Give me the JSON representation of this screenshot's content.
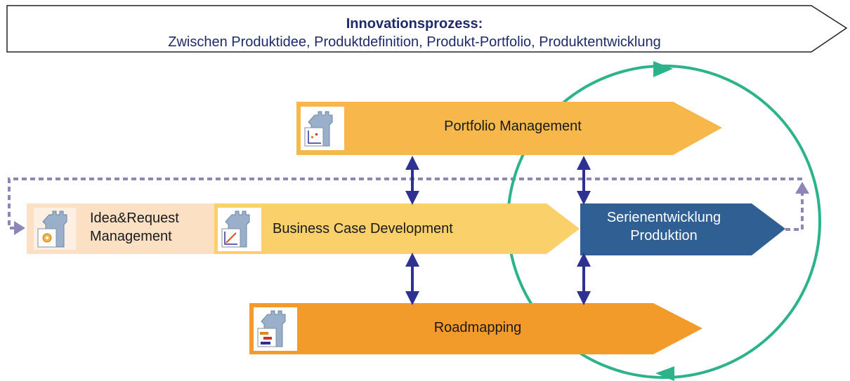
{
  "header": {
    "title": "Innovationsprozess:",
    "subtitle": "Zwischen Produktidee, Produktdefinition, Produkt-Portfolio, Produktentwicklung"
  },
  "processes": {
    "portfolio": "Portfolio Management",
    "idea_line1": "Idea&Request",
    "idea_line2": "Management",
    "business_case": "Business Case Development",
    "serien_line1": "Serienentwicklung",
    "serien_line2": "Produktion",
    "roadmapping": "Roadmapping"
  },
  "icons": {
    "portfolio": "tower-chart-icon",
    "idea": "tower-gear-icon",
    "business_case": "tower-growth-icon",
    "roadmapping": "tower-gantt-icon"
  },
  "colors": {
    "header_text": "#1f2a6b",
    "portfolio_fill": "#f7b84b",
    "idea_fill": "#fbe0c4",
    "business_case_fill": "#f9d06a",
    "serien_fill": "#2f5f93",
    "roadmapping_fill": "#f29b2a",
    "cycle_arrow": "#2db38c",
    "connector_arrow": "#2e3192",
    "feedback_loop": "#8e86b8"
  }
}
